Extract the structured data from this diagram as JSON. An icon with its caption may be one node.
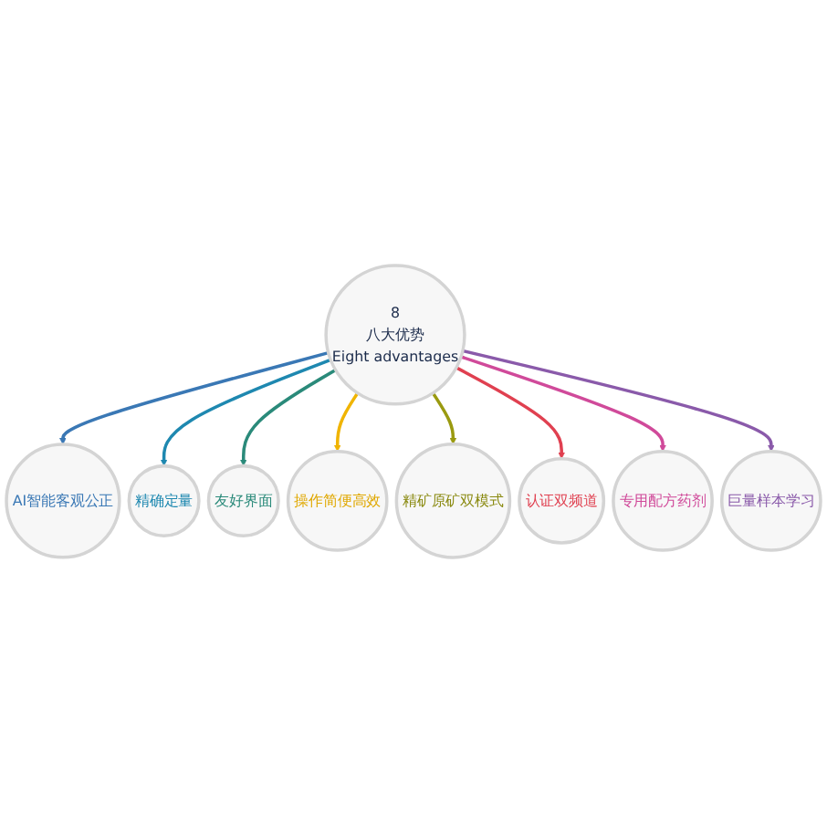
{
  "diagram": {
    "nodes": [
      {
        "text": [
          "8",
          "八大优势",
          "Eight advantages"
        ]
      },
      {
        "text": [
          "AI智能客观公正"
        ]
      },
      {
        "text": [
          "精确定量"
        ]
      },
      {
        "text": [
          "友好界面"
        ]
      },
      {
        "text": [
          "操作简便高效"
        ]
      },
      {
        "text": [
          "精矿原矿双模式"
        ]
      },
      {
        "text": [
          "认证双频道"
        ]
      },
      {
        "text": [
          "专用配方药剂"
        ]
      },
      {
        "text": [
          "巨量样本学习"
        ]
      }
    ],
    "edges": [
      {
        "from": 0,
        "to": 1,
        "arrow": "to",
        "color": "#3a78b5"
      },
      {
        "from": 0,
        "to": 2,
        "arrow": "to",
        "color": "#1e88b0"
      },
      {
        "from": 0,
        "to": 3,
        "arrow": "to",
        "color": "#2a8a7a"
      },
      {
        "from": 0,
        "to": 4,
        "arrow": "to",
        "color": "#f0b400"
      },
      {
        "from": 0,
        "to": 5,
        "arrow": "to",
        "color": "#9a9a10"
      },
      {
        "from": 0,
        "to": 6,
        "arrow": "to",
        "color": "#e04050"
      },
      {
        "from": 0,
        "to": 7,
        "arrow": "to",
        "color": "#d04a9a"
      },
      {
        "from": 0,
        "to": 8,
        "arrow": "to",
        "color": "#8a5aaa"
      }
    ]
  }
}
